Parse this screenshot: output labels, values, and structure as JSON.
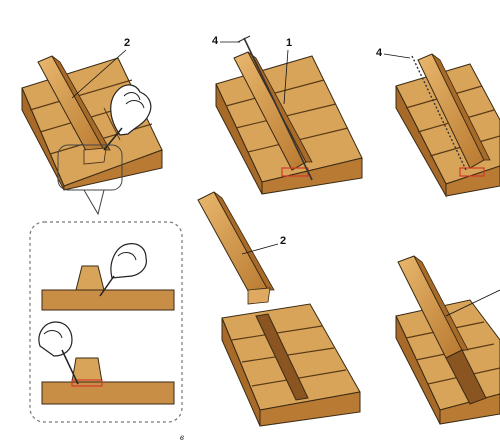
{
  "colors": {
    "wood_top": "#d8a45a",
    "wood_side": "#b97a34",
    "wood_front": "#c98e45",
    "seam": "#5a3a16",
    "groove_mark": "#d23a2a",
    "outline": "#3a2a14",
    "dotted_frame": "#777777"
  },
  "callouts": {
    "label_2_top": "2",
    "label_4_middle": "4",
    "label_1_middle": "1",
    "label_4_right": "4",
    "label_2_bottom": "2"
  },
  "caption": "в"
}
